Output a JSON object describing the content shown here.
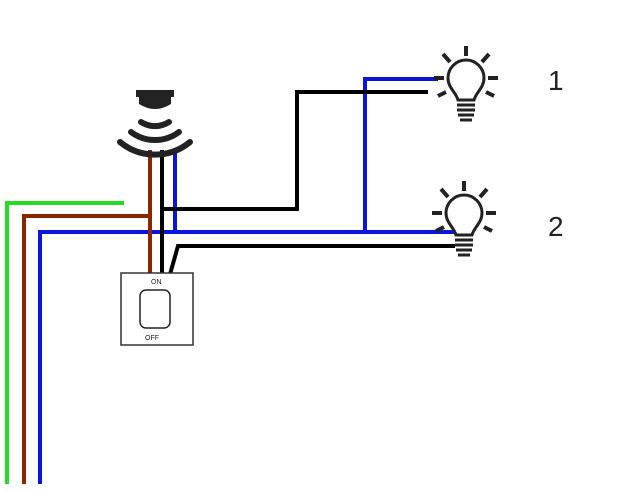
{
  "lamps": [
    {
      "number": "1",
      "icon": "light-bulb-icon"
    },
    {
      "number": "2",
      "icon": "light-bulb-icon"
    }
  ],
  "switch": {
    "on_label": "ON",
    "off_label": "OFF",
    "icon": "wall-switch-icon"
  },
  "sensor": {
    "icon": "motion-sensor-icon"
  },
  "wire_colors": {
    "earth": "#22dd22",
    "phase": "#8b2500",
    "neutral": "#0a14e0",
    "switched": "#000000"
  }
}
